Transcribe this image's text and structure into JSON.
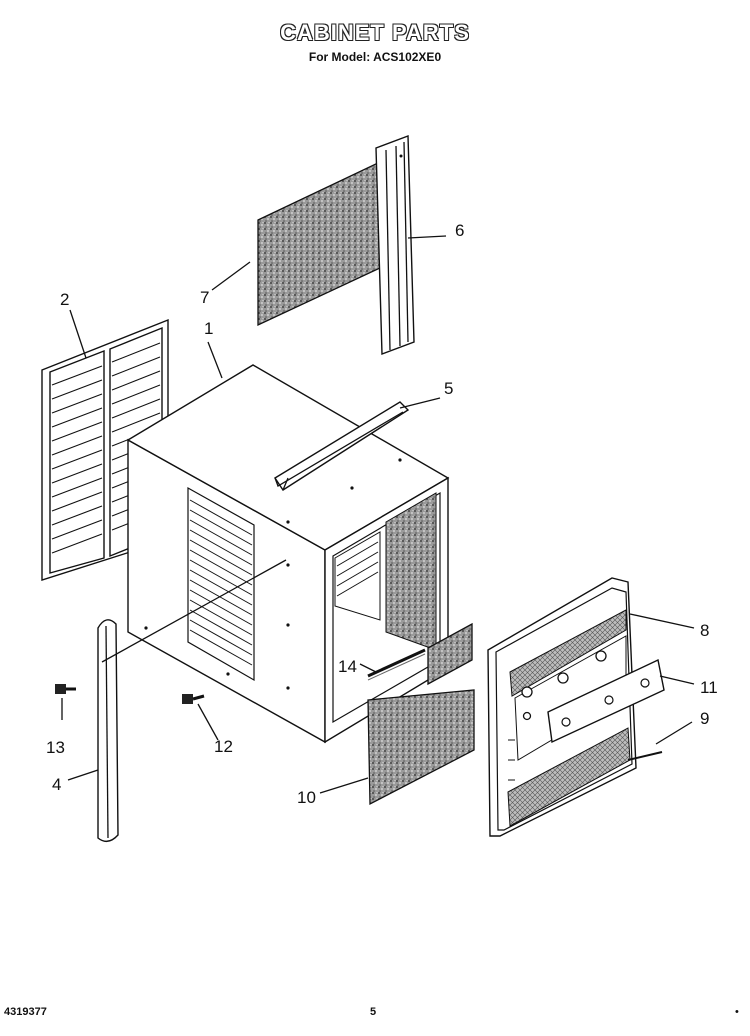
{
  "header": {
    "title": "CABINET PARTS",
    "subtitle": "For Model: ACS102XE0"
  },
  "footer": {
    "doc_number": "4319377",
    "page_number": "5",
    "mark": "•"
  },
  "callouts": {
    "c1": "1",
    "c2": "2",
    "c4": "4",
    "c5": "5",
    "c6": "6",
    "c7": "7",
    "c8": "8",
    "c9": "9",
    "c10": "10",
    "c11": "11",
    "c12": "12",
    "c13": "13",
    "c14": "14"
  },
  "parts": {
    "1": "cabinet",
    "2": "rear-louvered-grille",
    "4": "side-trim-rail",
    "5": "top-channel",
    "6": "side-curtain-frame",
    "7": "side-curtain-foam",
    "8": "front-panel",
    "9": "front-panel-rod",
    "10": "air-filter",
    "11": "front-panel-control-plate",
    "12": "cabinet-screw",
    "13": "rail-screw",
    "14": "filter-retainer"
  }
}
